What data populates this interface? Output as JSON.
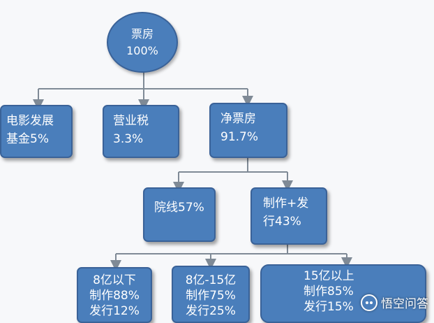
{
  "nodes": {
    "root": {
      "lines": [
        "票房",
        "100%"
      ]
    },
    "fund": {
      "lines": [
        "电影发展",
        "基金5%"
      ]
    },
    "tax": {
      "lines": [
        "营业税",
        "3.3%"
      ]
    },
    "net": {
      "lines": [
        "净票房",
        "91.7%"
      ]
    },
    "cinema": {
      "lines": [
        "院线57%"
      ]
    },
    "production": {
      "lines": [
        "制作+发",
        "行43%"
      ]
    },
    "small": {
      "lines": [
        "8亿以下",
        "制作88%",
        "发行12%"
      ]
    },
    "mid": {
      "lines": [
        "8亿-15亿",
        "制作75%",
        "发行25%"
      ]
    },
    "big": {
      "lines": [
        "15亿以上",
        "制作85%",
        "发行15%"
      ]
    }
  },
  "watermark": {
    "icon": "chat-bubble-icon",
    "text": "悟空问答"
  },
  "colors": {
    "node_fill": "#4a7ebb",
    "node_border": "#3a6298",
    "connector": "#7f8a96",
    "background": "#f7f8fa"
  }
}
